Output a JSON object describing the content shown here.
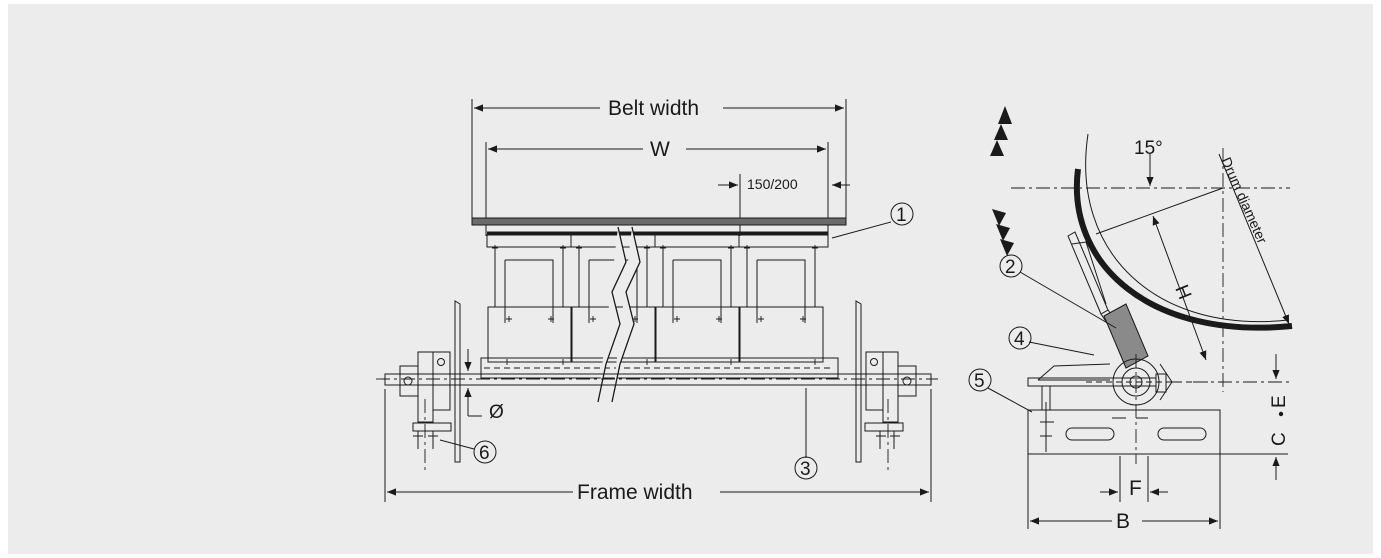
{
  "front_view": {
    "belt_width_label": "Belt width",
    "w_label": "W",
    "offset_label": "150/200",
    "frame_width_label": "Frame width",
    "diameter_symbol": "Ø",
    "callouts": [
      "1",
      "3",
      "6"
    ]
  },
  "side_view": {
    "angle_label": "15°",
    "drum_diameter_label": "Drum diameter",
    "h_label": "H",
    "e_label": "E",
    "c_label": "C",
    "f_label": "F",
    "b_label": "B",
    "callouts": [
      "2",
      "4",
      "5"
    ]
  },
  "colors": {
    "background": "#ececed",
    "line": "#1a1a1a",
    "belt": "#6b6b6b",
    "blade": "#8a8a8a"
  }
}
